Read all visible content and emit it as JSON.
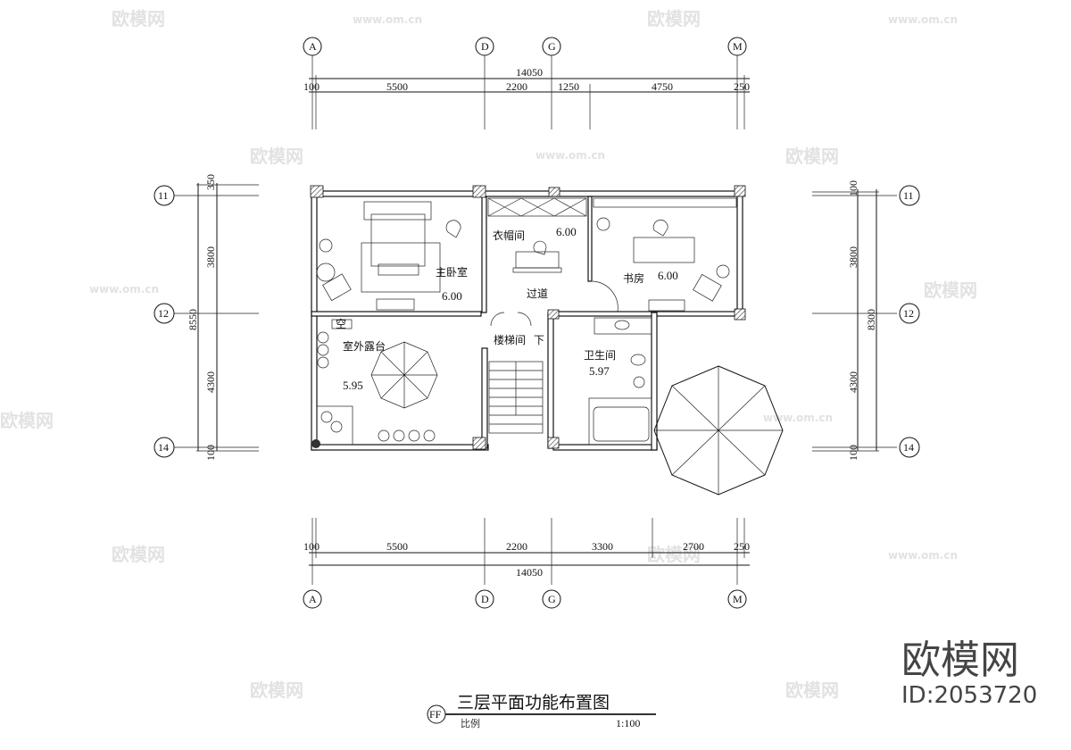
{
  "drawing": {
    "title": "三层平面功能布置图",
    "scale_label": "比例",
    "scale_value": "1:100",
    "sheet_symbol": "FF"
  },
  "axes": {
    "columns": [
      "A",
      "D",
      "G",
      "M"
    ],
    "rows": [
      "11",
      "12",
      "14"
    ]
  },
  "dimensions": {
    "top_total": "14050",
    "top_segments": [
      "100",
      "5500",
      "2200",
      "1250",
      "4750",
      "250"
    ],
    "bottom_total": "14050",
    "bottom_segments": [
      "100",
      "5500",
      "2200",
      "3300",
      "2700",
      "250"
    ],
    "left_total": "8550",
    "left_segments": [
      "350",
      "3800",
      "4300",
      "100"
    ],
    "right_total": "8300",
    "right_segments": [
      "100",
      "3800",
      "4300",
      "100"
    ]
  },
  "rooms": {
    "master_bedroom": {
      "name": "主卧室",
      "elevation": "6.00"
    },
    "closet": {
      "name": "衣帽间",
      "elevation": "6.00"
    },
    "corridor": {
      "name": "过道"
    },
    "study": {
      "name": "书房",
      "elevation": "6.00"
    },
    "stair": {
      "name": "楼梯间",
      "direction": "下"
    },
    "bathroom": {
      "name": "卫生间",
      "elevation": "5.97"
    },
    "terrace": {
      "name": "室外露台",
      "elevation": "5.95"
    },
    "ac_unit": {
      "name": "空"
    }
  },
  "watermark": {
    "brand": "欧模网",
    "site": "www.om.cn",
    "id": "ID:2053720"
  }
}
